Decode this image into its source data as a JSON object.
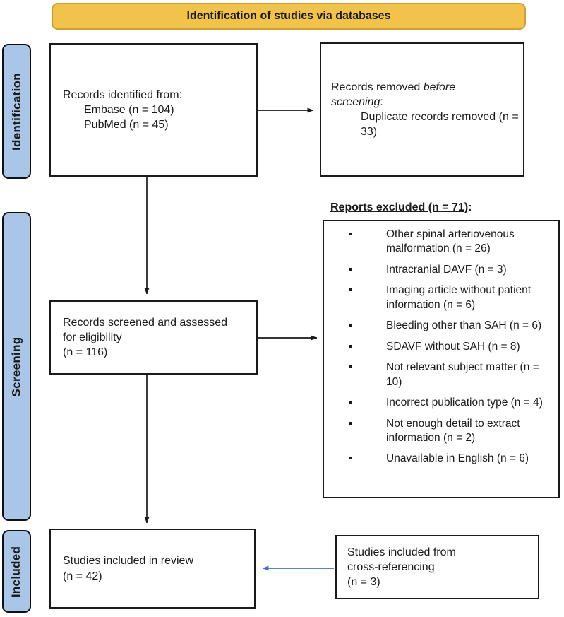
{
  "banner": {
    "label": "Identification of studies via databases"
  },
  "sidebars": {
    "identification": "Identification",
    "screening": "Screening",
    "included": "Included"
  },
  "boxes": {
    "identified": {
      "title": "Records identified from:",
      "items": [
        "Embase (n = 104)",
        "PubMed (n = 45)"
      ]
    },
    "removed": {
      "pre": "Records removed ",
      "italic": "before screening",
      "post": ":",
      "item": "Duplicate records removed  (n = 33)"
    },
    "screened": {
      "lines": [
        "Records screened and assessed",
        "for eligibility",
        "(n = 116)"
      ]
    },
    "excluded": {
      "header": "Reports excluded (n = 71)",
      "header_suffix": ":",
      "items": [
        "Other spinal arteriovenous malformation (n = 26)",
        "Intracranial DAVF (n = 3)",
        "Imaging article without patient information (n = 6)",
        "Bleeding other than SAH (n = 6)",
        "SDAVF without SAH (n = 8)",
        "Not relevant subject matter (n = 10)",
        "Incorrect publication type (n = 4)",
        "Not enough detail to extract information (n = 2)",
        "Unavailable in English (n = 6)"
      ]
    },
    "included_review": {
      "lines": [
        "Studies included in review",
        "(n = 42)"
      ]
    },
    "cross_ref": {
      "lines": [
        "Studies included from",
        "cross-referencing",
        "(n = 3)"
      ]
    }
  },
  "colors": {
    "banner_bg": "#F2C34A",
    "banner_border": "#CF9F35",
    "sidebar_bg": "#A9C6E8",
    "box_border": "#1a1a1a",
    "arrow_black": "#1a1a1a",
    "arrow_blue": "#4472C4"
  }
}
